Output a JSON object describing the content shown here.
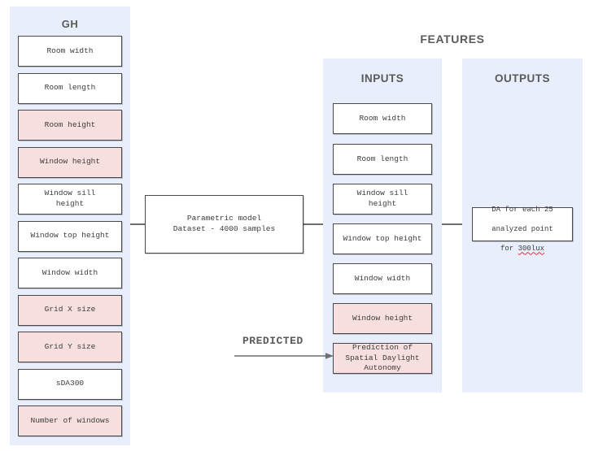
{
  "gh": {
    "title": "GH",
    "items": [
      {
        "label": "Room width",
        "highlight": false
      },
      {
        "label": "Room length",
        "highlight": false
      },
      {
        "label": "Room height",
        "highlight": true
      },
      {
        "label": "Window height",
        "highlight": true
      },
      {
        "label": "Window sill\nheight",
        "highlight": false
      },
      {
        "label": "Window top height",
        "highlight": false
      },
      {
        "label": "Window width",
        "highlight": false
      },
      {
        "label": "Grid X size",
        "highlight": true
      },
      {
        "label": "Grid Y size",
        "highlight": true
      },
      {
        "label": "sDA300",
        "highlight": false
      },
      {
        "label": "Number of windows",
        "highlight": true
      }
    ]
  },
  "model": {
    "label": "Parametric model\nDataset - 4000 samples"
  },
  "features": {
    "title": "FEATURES"
  },
  "inputs": {
    "title": "INPUTS",
    "items": [
      {
        "label": "Room width",
        "highlight": false
      },
      {
        "label": "Room length",
        "highlight": false
      },
      {
        "label": "Window sill\nheight",
        "highlight": false
      },
      {
        "label": "Window top height",
        "highlight": false
      },
      {
        "label": "Window width",
        "highlight": false
      },
      {
        "label": "Window height",
        "highlight": true
      },
      {
        "label": "Prediction of\nSpatial Daylight\nAutonomy",
        "highlight": true
      }
    ]
  },
  "outputs": {
    "title": "OUTPUTS",
    "box": {
      "line1": "DA for each 25",
      "line2": "analyzed point",
      "line3_prefix": "for ",
      "line3_misspelled": "300lux"
    }
  },
  "predicted": {
    "label": "PREDICTED"
  },
  "colors": {
    "panel_background": "#e8eefc",
    "highlight_fill": "#f7dfe0",
    "box_fill": "#ffffff",
    "box_border": "#4a4a4a",
    "connector": "#6e6e6e",
    "title_text": "#5a5a5a",
    "body_text": "#3c3c3c",
    "spellcheck_underline": "#e03030"
  }
}
